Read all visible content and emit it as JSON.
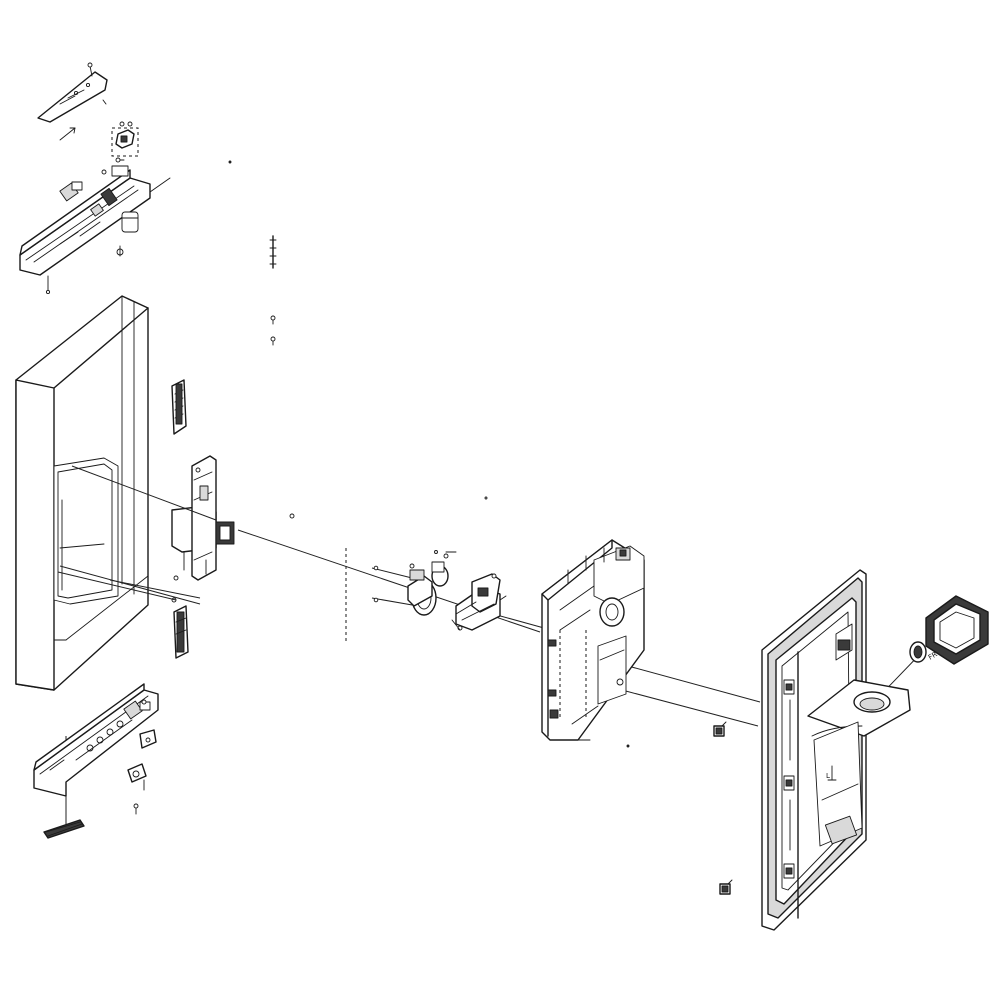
{
  "diagram": {
    "background": "#ffffff",
    "line_color": "#1a1a1a",
    "parts": [
      {
        "id": "top-cover-plate"
      },
      {
        "id": "upper-clip-bracket"
      },
      {
        "id": "upper-control-housing"
      },
      {
        "id": "door-outer-panel"
      },
      {
        "id": "hinge-plate-upper"
      },
      {
        "id": "hinge-plate-lower"
      },
      {
        "id": "center-mount-bracket"
      },
      {
        "id": "lower-control-housing"
      },
      {
        "id": "lower-strip-seal"
      },
      {
        "id": "solenoid-actuator-assembly"
      },
      {
        "id": "dispenser-motor-bracket"
      },
      {
        "id": "dispenser-frame-assembly"
      },
      {
        "id": "inner-liner-frame"
      },
      {
        "id": "dispenser-paddle"
      },
      {
        "id": "small-clip-upper"
      },
      {
        "id": "small-clip-lower"
      }
    ],
    "labels": {
      "paddle_text": "FR",
      "liner_mark": "L"
    }
  }
}
